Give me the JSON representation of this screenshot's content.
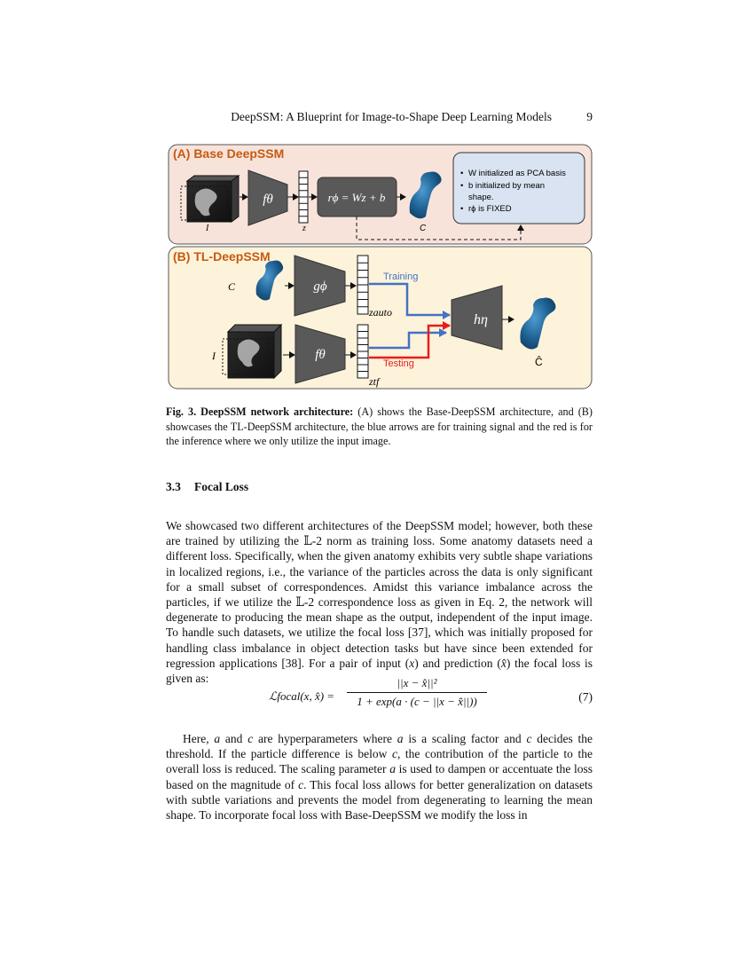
{
  "header": {
    "running_title": "DeepSSM: A Blueprint for Image-to-Shape Deep Learning Models",
    "page_number": "9"
  },
  "figure": {
    "panel_a": {
      "title": "(A) Base DeepSSM",
      "input_label": "I",
      "encoder_label": "fθ",
      "latent_label": "z",
      "decoder_label": "rϕ = Wz + b",
      "shape_label": "C",
      "notes": [
        "W initialized  as PCA basis",
        "b initialized by mean",
        "shape.",
        "rϕ is FIXED"
      ],
      "panel_color": "#f8e3da",
      "notes_color": "#d9e3f2"
    },
    "panel_b": {
      "title": "(B) TL-DeepSSM",
      "shape_input_label": "C",
      "autoencoder_label": "gϕ",
      "auto_latent_label": "zauto",
      "image_input_label": "I",
      "encoder_label": "fθ",
      "tf_latent_label": "ztf",
      "decoder_label": "hη",
      "output_label": "Ĉ",
      "training_label": "Training",
      "testing_label": "Testing",
      "panel_color": "#fdf3da",
      "training_color": "#4472c4",
      "testing_color": "#e81c1c"
    },
    "title_color": "#c55a11"
  },
  "caption": {
    "label": "Fig. 3. DeepSSM network architecture:",
    "text": " (A) shows the Base-DeepSSM architecture, and (B) showcases the TL-DeepSSM architecture, the blue arrows are for training signal and the red is for the inference where we only utilize the input image."
  },
  "section": {
    "number": "3.3",
    "title": "Focal Loss"
  },
  "paragraph1": {
    "p1": "We showcased two different architectures of the DeepSSM model; however, both these are trained by utilizing the 𝕃-2 norm as training loss. Some anatomy datasets need a different loss. Specifically, when the given anatomy exhibits very subtle shape variations in localized regions, i.e., the variance of the particles across the data is only significant for a small subset of correspondences. Amidst this variance imbalance across the particles, if we utilize the 𝕃-2 correspondence loss as given in Eq. 2, the network will degenerate to producing the mean shape as the output, independent of the input image. To handle such datasets, we utilize the focal loss [37], which was initially proposed for handling class imbalance in object detection tasks but have since been extended for regression applications [38]. For a pair of input (",
    "x1": "x",
    "p2": ") and prediction (",
    "x2": "x̂",
    "p3": ") the focal loss is given as:"
  },
  "equation": {
    "lhs": "ℒfocal(x, x̂) =",
    "numerator": "||x − x̂||²",
    "denominator": "1 + exp(a · (c − ||x − x̂||))",
    "number": "(7)"
  },
  "paragraph2": {
    "s1": "Here, ",
    "a1": "a",
    "s2": " and ",
    "c1": "c",
    "s3": " are hyperparameters where ",
    "a2": "a",
    "s4": " is a scaling factor and ",
    "c2": "c",
    "s5": " decides the threshold. If the particle difference is below ",
    "c3": "c",
    "s6": ", the contribution of the particle to the overall loss is reduced. The scaling parameter ",
    "a3": "a",
    "s7": " is used to dampen or accentuate the loss based on the magnitude of ",
    "c4": "c",
    "s8": ". This focal loss allows for better generalization on datasets with subtle variations and prevents the model from degenerating to learning the mean shape. To incorporate focal loss with Base-DeepSSM we modify the loss in"
  }
}
